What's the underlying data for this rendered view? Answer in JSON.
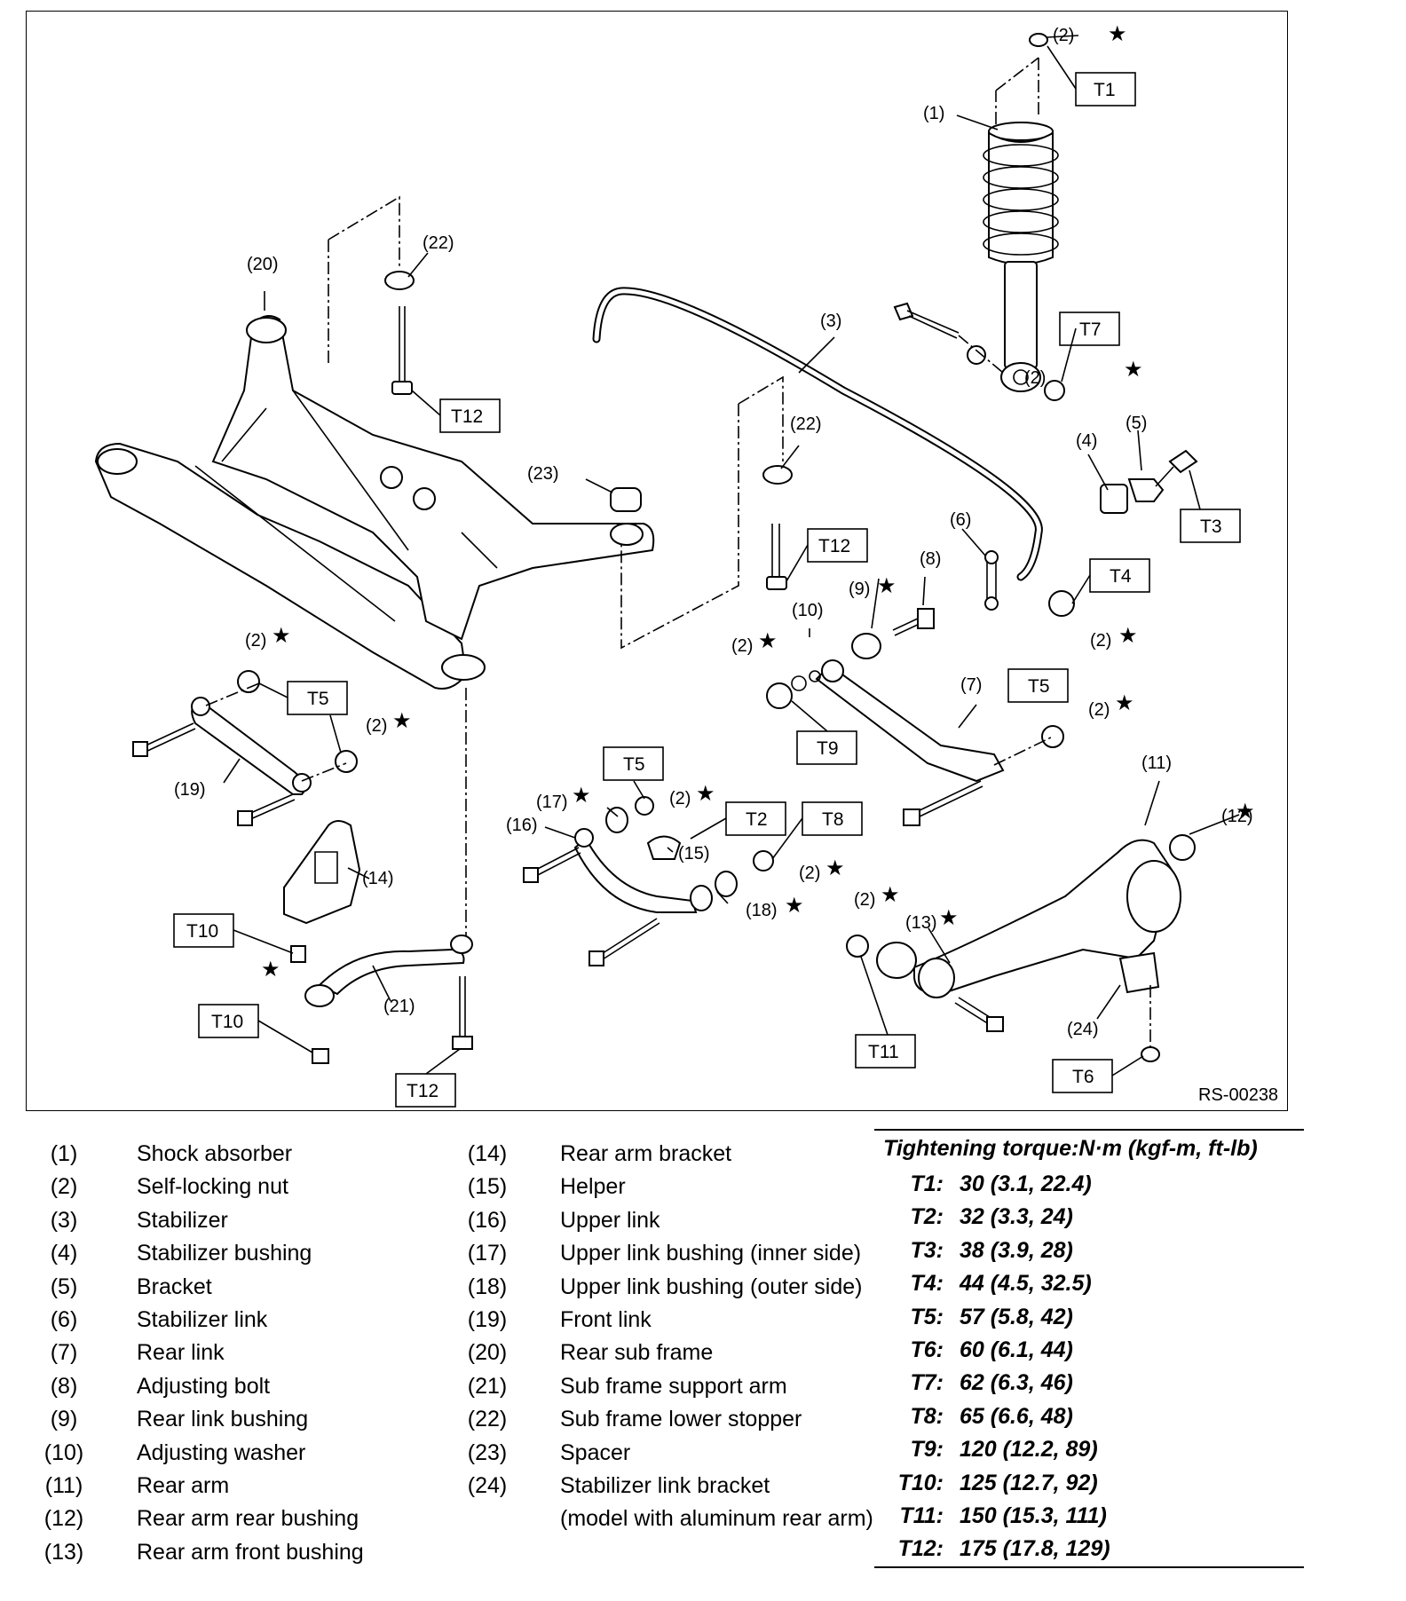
{
  "figure_id": "RS-00238",
  "callouts": {
    "n1": "(1)",
    "n2": "(2)",
    "n3": "(3)",
    "n4": "(4)",
    "n5": "(5)",
    "n6": "(6)",
    "n7": "(7)",
    "n8": "(8)",
    "n9": "(9)",
    "n10": "(10)",
    "n11": "(11)",
    "n12": "(12)",
    "n13": "(13)",
    "n14": "(14)",
    "n15": "(15)",
    "n16": "(16)",
    "n17": "(17)",
    "n18": "(18)",
    "n19": "(19)",
    "n20": "(20)",
    "n21": "(21)",
    "n22": "(22)",
    "n23": "(23)",
    "n24": "(24)"
  },
  "torque_tags": {
    "t1": "T1",
    "t2": "T2",
    "t3": "T3",
    "t4": "T4",
    "t5": "T5",
    "t6": "T6",
    "t7": "T7",
    "t8": "T8",
    "t9": "T9",
    "t10": "T10",
    "t11": "T11",
    "t12": "T12"
  },
  "star": "★",
  "legend_left": [
    {
      "num": "(1)",
      "text": "Shock absorber"
    },
    {
      "num": "(2)",
      "text": "Self-locking nut"
    },
    {
      "num": "(3)",
      "text": "Stabilizer"
    },
    {
      "num": "(4)",
      "text": "Stabilizer bushing"
    },
    {
      "num": "(5)",
      "text": "Bracket"
    },
    {
      "num": "(6)",
      "text": "Stabilizer link"
    },
    {
      "num": "(7)",
      "text": "Rear link"
    },
    {
      "num": "(8)",
      "text": "Adjusting bolt"
    },
    {
      "num": "(9)",
      "text": "Rear link bushing"
    },
    {
      "num": "(10)",
      "text": "Adjusting washer"
    },
    {
      "num": "(11)",
      "text": "Rear arm"
    },
    {
      "num": "(12)",
      "text": "Rear arm rear bushing"
    },
    {
      "num": "(13)",
      "text": "Rear arm front bushing"
    }
  ],
  "legend_right": [
    {
      "num": "(14)",
      "text": "Rear arm bracket"
    },
    {
      "num": "(15)",
      "text": "Helper"
    },
    {
      "num": "(16)",
      "text": "Upper link"
    },
    {
      "num": "(17)",
      "text": "Upper link bushing (inner side)"
    },
    {
      "num": "(18)",
      "text": "Upper link bushing (outer side)"
    },
    {
      "num": "(19)",
      "text": "Front link"
    },
    {
      "num": "(20)",
      "text": "Rear sub frame"
    },
    {
      "num": "(21)",
      "text": "Sub frame support arm"
    },
    {
      "num": "(22)",
      "text": "Sub frame lower stopper"
    },
    {
      "num": "(23)",
      "text": "Spacer"
    },
    {
      "num": "(24)",
      "text": "Stabilizer link bracket"
    },
    {
      "num": "",
      "text": "(model with aluminum rear arm)"
    }
  ],
  "torque": {
    "title": "Tightening torque:N·m (kgf-m, ft-lb)",
    "rows": [
      {
        "code": "T1:",
        "value": "30 (3.1, 22.4)"
      },
      {
        "code": "T2:",
        "value": "32 (3.3, 24)"
      },
      {
        "code": "T3:",
        "value": "38 (3.9, 28)"
      },
      {
        "code": "T4:",
        "value": "44 (4.5, 32.5)"
      },
      {
        "code": "T5:",
        "value": "57 (5.8, 42)"
      },
      {
        "code": "T6:",
        "value": "60 (6.1, 44)"
      },
      {
        "code": "T7:",
        "value": "62 (6.3, 46)"
      },
      {
        "code": "T8:",
        "value": "65 (6.6, 48)"
      },
      {
        "code": "T9:",
        "value": "120 (12.2, 89)"
      },
      {
        "code": "T10:",
        "value": "125 (12.7, 92)"
      },
      {
        "code": "T11:",
        "value": "150 (15.3, 111)"
      },
      {
        "code": "T12:",
        "value": "175 (17.8, 129)"
      }
    ]
  }
}
